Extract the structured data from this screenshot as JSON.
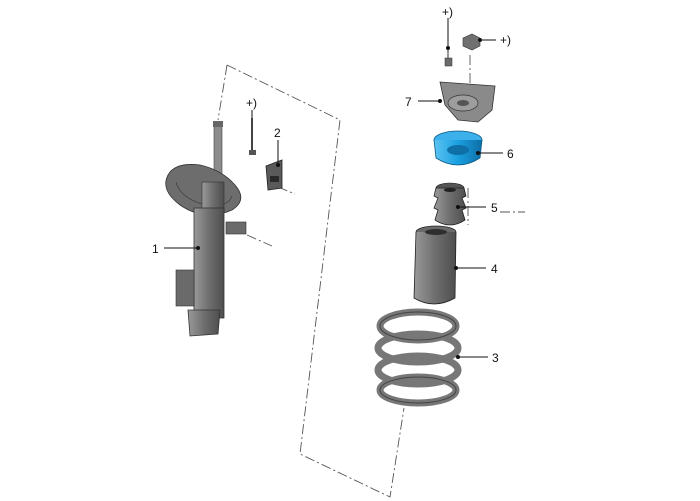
{
  "diagram": {
    "background": "#ffffff",
    "part_color": "#7a7a7a",
    "accent_color": "#1a9fe0",
    "callouts": {
      "strut": "1",
      "bracket": "2",
      "spring": "3",
      "dust_boot": "4",
      "bump_stop": "5",
      "spring_seat": "6",
      "top_mount": "7"
    },
    "fastener_marks": {
      "bracket_bolt": "+)",
      "top_bolt": "+)",
      "top_nut": "+)"
    },
    "icons": [
      "strut-assembly",
      "bracket-bolt",
      "bracket",
      "coil-spring",
      "dust-boot",
      "bump-stop",
      "spring-seat",
      "top-mount",
      "top-bolt",
      "top-nut"
    ]
  }
}
